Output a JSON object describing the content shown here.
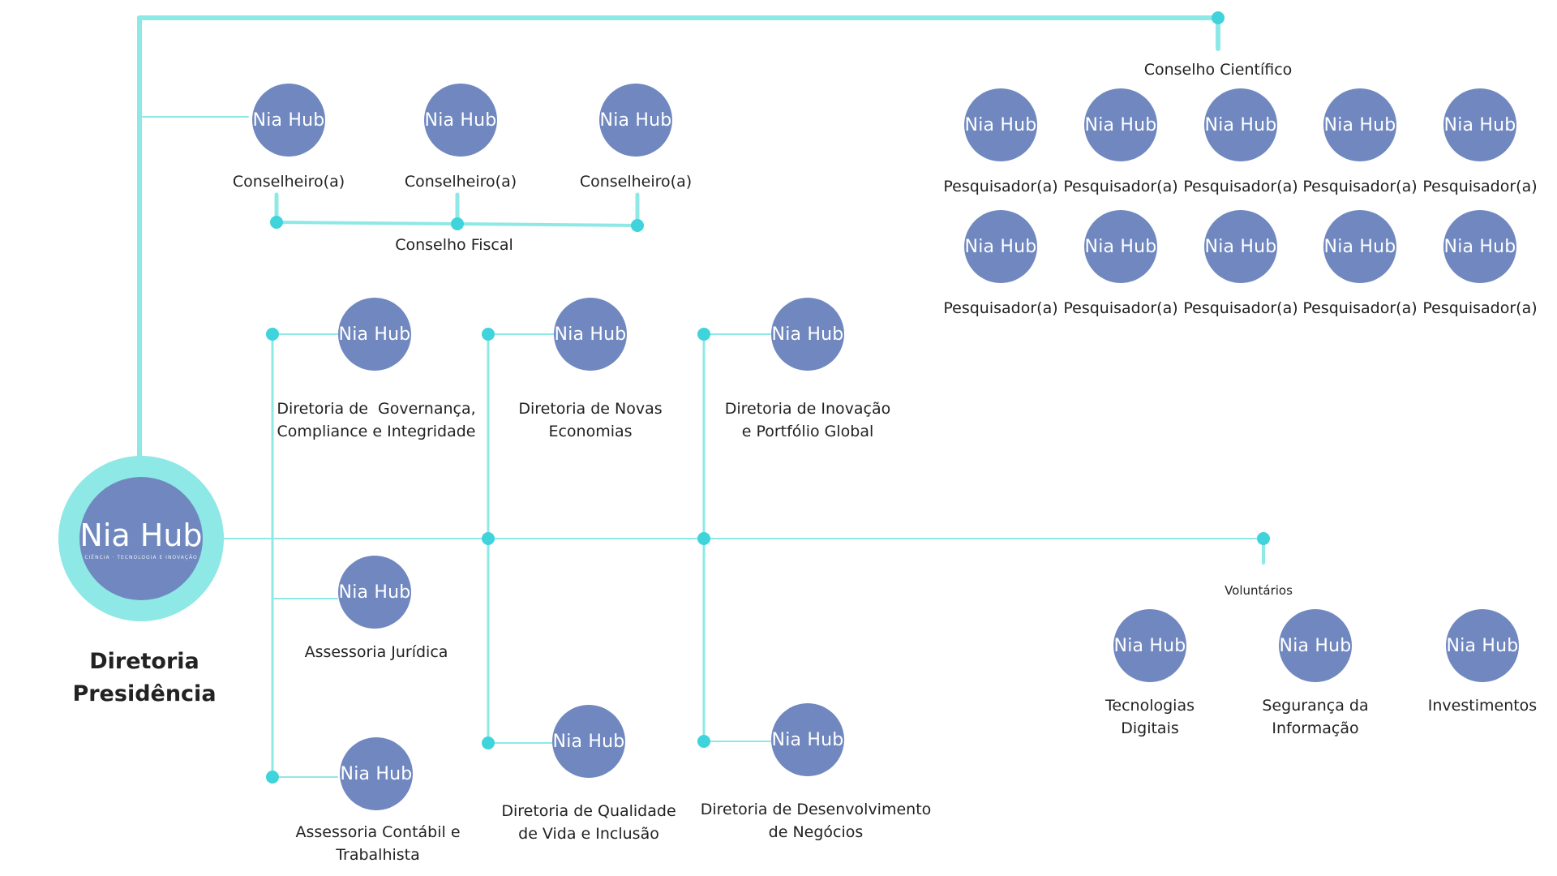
{
  "brand": {
    "node_text": "Nia Hub",
    "tagline": "CIÊNCIA · TECNOLOGIA E INOVAÇÃO",
    "colors": {
      "node": "#7088bf",
      "line": "#8ee8e6",
      "dot": "#3fd3dc",
      "ring": "#8ee8e6"
    }
  },
  "president": {
    "label": "Diretoria\nPresidência"
  },
  "conselho_fiscal": {
    "title": "Conselho Fiscal",
    "members": [
      {
        "label": "Conselheiro(a)"
      },
      {
        "label": "Conselheiro(a)"
      },
      {
        "label": "Conselheiro(a)"
      }
    ]
  },
  "conselho_cientifico": {
    "title": "Conselho Científico",
    "members": [
      {
        "label": "Pesquisador(a)"
      },
      {
        "label": "Pesquisador(a)"
      },
      {
        "label": "Pesquisador(a)"
      },
      {
        "label": "Pesquisador(a)"
      },
      {
        "label": "Pesquisador(a)"
      },
      {
        "label": "Pesquisador(a)"
      },
      {
        "label": "Pesquisador(a)"
      },
      {
        "label": "Pesquisador(a)"
      },
      {
        "label": "Pesquisador(a)"
      },
      {
        "label": "Pesquisador(a)"
      }
    ]
  },
  "assessorias": [
    {
      "label": "Diretoria de  Governança,\nCompliance e Integridade"
    },
    {
      "label": "Assessoria Jurídica"
    },
    {
      "label": "Assessoria Contábil e\nTrabalhista"
    }
  ],
  "diretorias_b": [
    {
      "label": "Diretoria de Novas\nEconomias"
    },
    {
      "label": "Diretoria de Qualidade\nde Vida e Inclusão"
    }
  ],
  "diretorias_c": [
    {
      "label": "Diretoria de Inovação\ne Portfólio Global"
    },
    {
      "label": "Diretoria de Desenvolvimento\nde Negócios"
    }
  ],
  "voluntarios": {
    "title": "Voluntários",
    "members": [
      {
        "label": "Tecnologias\nDigitais"
      },
      {
        "label": "Segurança da\nInformação"
      },
      {
        "label": "Investimentos"
      }
    ]
  }
}
